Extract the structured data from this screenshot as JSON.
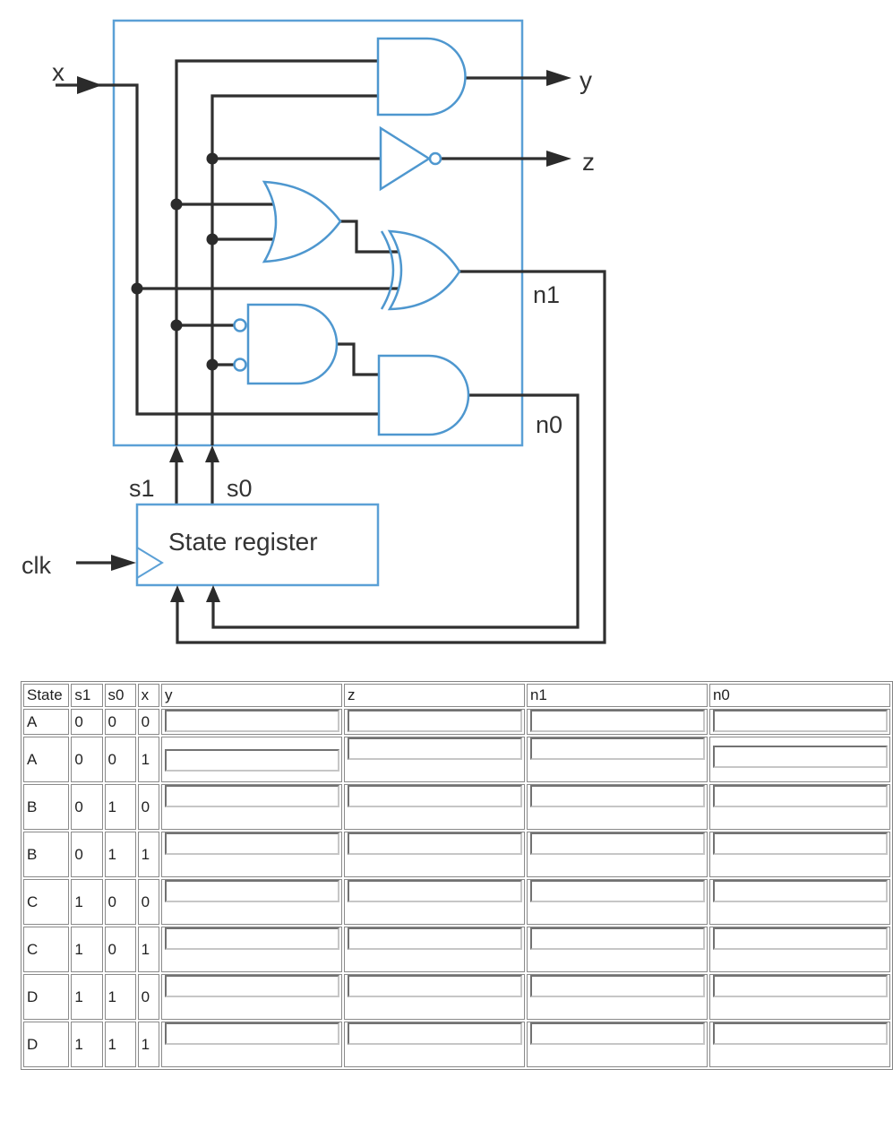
{
  "circuit": {
    "labels": {
      "x": "x",
      "clk": "clk",
      "y": "y",
      "z": "z",
      "n1": "n1",
      "n0": "n0",
      "s1": "s1",
      "s0": "s0",
      "register": "State register"
    },
    "gates": [
      "and-gate",
      "not-gate",
      "or-gate",
      "xor-gate",
      "inverted-input-and-gate",
      "and-gate"
    ],
    "colors": {
      "gate_blue": "#4e97cf",
      "wire_dark": "#2f2f2f",
      "label_text": "#333333"
    }
  },
  "table": {
    "headers": [
      "State",
      "s1",
      "s0",
      "x",
      "y",
      "z",
      "n1",
      "n0"
    ],
    "rows": [
      {
        "state": "A",
        "s1": "0",
        "s0": "0",
        "x": "0",
        "y": "",
        "z": "",
        "n1": "",
        "n0": ""
      },
      {
        "state": "A",
        "s1": "0",
        "s0": "0",
        "x": "1",
        "y": "",
        "z": "",
        "n1": "",
        "n0": ""
      },
      {
        "state": "B",
        "s1": "0",
        "s0": "1",
        "x": "0",
        "y": "",
        "z": "",
        "n1": "",
        "n0": ""
      },
      {
        "state": "B",
        "s1": "0",
        "s0": "1",
        "x": "1",
        "y": "",
        "z": "",
        "n1": "",
        "n0": ""
      },
      {
        "state": "C",
        "s1": "1",
        "s0": "0",
        "x": "0",
        "y": "",
        "z": "",
        "n1": "",
        "n0": ""
      },
      {
        "state": "C",
        "s1": "1",
        "s0": "0",
        "x": "1",
        "y": "",
        "z": "",
        "n1": "",
        "n0": ""
      },
      {
        "state": "D",
        "s1": "1",
        "s0": "1",
        "x": "0",
        "y": "",
        "z": "",
        "n1": "",
        "n0": ""
      },
      {
        "state": "D",
        "s1": "1",
        "s0": "1",
        "x": "1",
        "y": "",
        "z": "",
        "n1": "",
        "n0": ""
      }
    ]
  }
}
